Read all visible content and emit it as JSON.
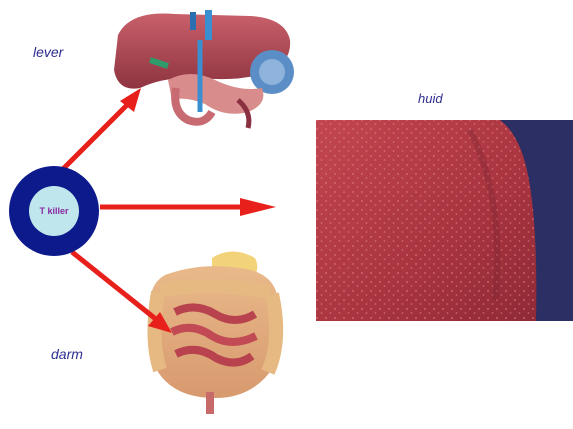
{
  "labels": {
    "liver": "lever",
    "skin": "huid",
    "gut": "darm"
  },
  "cell": {
    "text": "T killer"
  },
  "colors": {
    "arrow": "#e8201c",
    "cell_ring": "#0d1a8c",
    "cell_core": "#bfe6ec",
    "label_text": "#2c2e8f",
    "skin": "#b13a44",
    "skin_bg": "#2b2f63"
  },
  "icons": [
    "liver-illustration",
    "skin-illustration",
    "intestine-illustration"
  ]
}
